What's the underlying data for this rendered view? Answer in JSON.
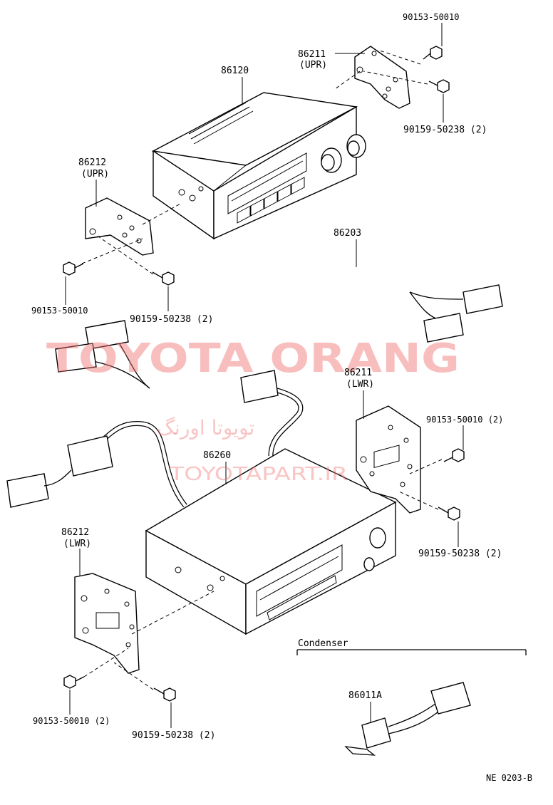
{
  "labels": {
    "top_screw_a": "90153-50010",
    "bracket_upr_right": "86211",
    "bracket_upr_right_sub": "(UPR)",
    "radio_upper": "86120",
    "top_screw_b": "90159-50238 (2)",
    "bracket_upr_left": "86212",
    "bracket_upr_left_sub": "(UPR)",
    "harness": "86203",
    "left_screw_a": "90153-50010",
    "left_screw_b": "90159-50238 (2)",
    "bracket_lwr_right": "86211",
    "bracket_lwr_right_sub": "(LWR)",
    "right_screw_a": "90153-50010 (2)",
    "radio_lower": "86260",
    "right_screw_b": "90159-50238 (2)",
    "bracket_lwr_left": "86212",
    "bracket_lwr_left_sub": "(LWR)",
    "condenser_heading": "Condenser",
    "condenser_part": "86011A",
    "bottom_screw_a": "90153-50010 (2)",
    "bottom_screw_b": "90159-50238 (2)",
    "figure_code": "NE  0203-B"
  },
  "watermark": {
    "brand": "TOYOTA ORANG",
    "persian": "تویوتا اورنگ",
    "url": "TOYOTAPART.IR"
  },
  "colors": {
    "line": "#000000",
    "watermark": "#f06e6e"
  }
}
